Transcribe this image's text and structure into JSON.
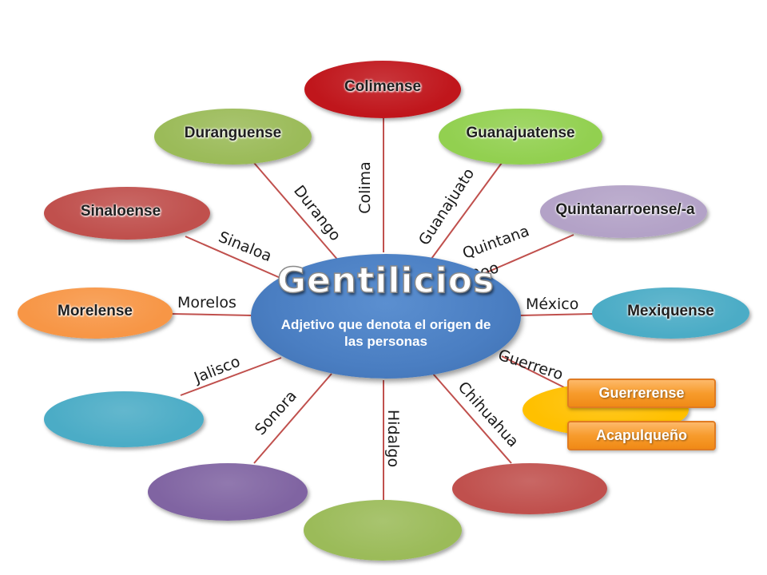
{
  "center": {
    "title": "Gentilicios",
    "subtitle": "Adjetivo que denota el origen de las personas"
  },
  "nodes": [
    {
      "id": "colimense",
      "gentilicio": "Colimense",
      "state": "Colima",
      "color": "#c0161c"
    },
    {
      "id": "duranguense",
      "gentilicio": "Duranguense",
      "state": "Durango",
      "color": "#9bbb59"
    },
    {
      "id": "guanajuatense",
      "gentilicio": "Guanajuatense",
      "state": "Guanajuato",
      "color": "#92d050"
    },
    {
      "id": "sinaloense",
      "gentilicio": "Sinaloense",
      "state": "Sinaloa",
      "color": "#c0504d"
    },
    {
      "id": "quintanarroense",
      "gentilicio": "Quintanarroense/-a",
      "state": "Quintana Roo",
      "color": "#b3a2c7"
    },
    {
      "id": "morelense",
      "gentilicio": "Morelense",
      "state": "Morelos",
      "color": "#f79646"
    },
    {
      "id": "mexiquense",
      "gentilicio": "Mexiquense",
      "state": "México",
      "color": "#4bacc6"
    },
    {
      "id": "guerrerense",
      "gentilicio": "",
      "state": "Guerrero",
      "color": "#ffc000"
    },
    {
      "id": "jalisco",
      "gentilicio": "",
      "state": "Jalisco",
      "color": "#4bacc6"
    },
    {
      "id": "sonora",
      "gentilicio": "",
      "state": "Sonora",
      "color": "#8064a2"
    },
    {
      "id": "hidalgo",
      "gentilicio": "",
      "state": "Hidalgo",
      "color": "#9bbb59"
    },
    {
      "id": "chihuahua",
      "gentilicio": "",
      "state": "Chihuahua",
      "color": "#c0504d"
    }
  ],
  "guerrero_options": [
    "Guerrerense",
    "Acapulqueño"
  ],
  "colors": {
    "spoke": "#c0504d",
    "center": "#4f81bd",
    "option_box": "#f79646"
  }
}
